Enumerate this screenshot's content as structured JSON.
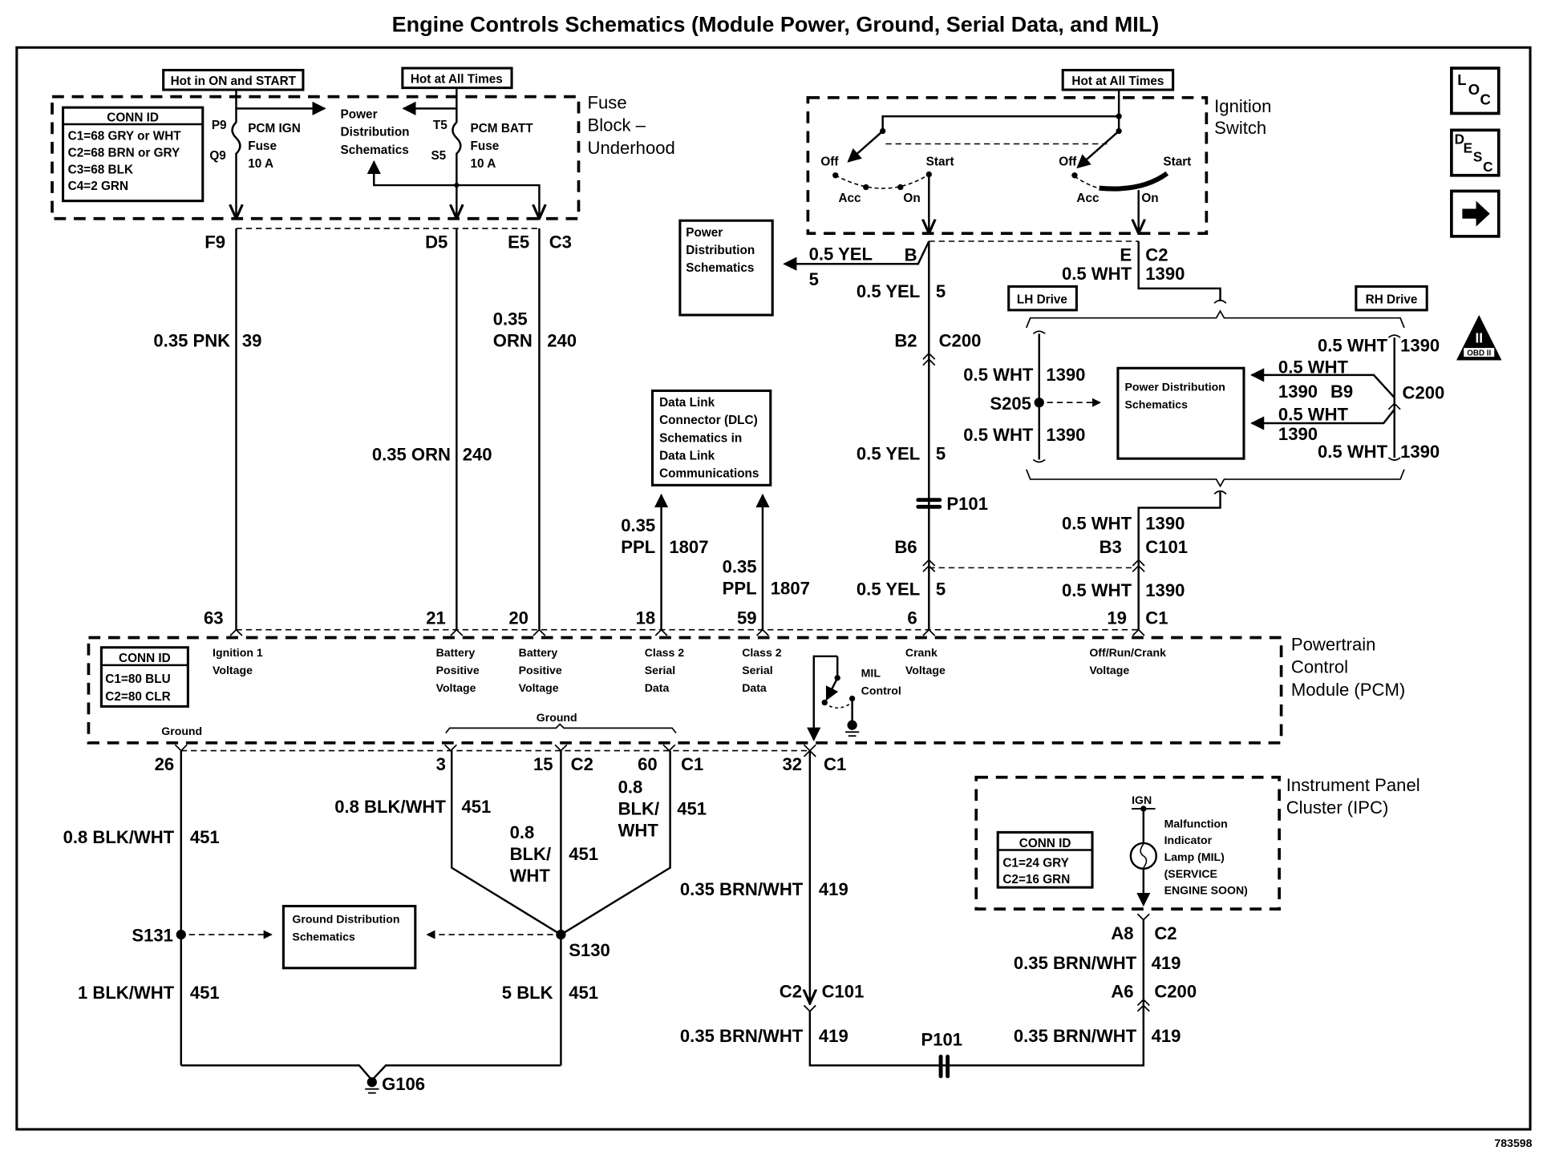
{
  "title": "Engine Controls Schematics (Module Power, Ground, Serial Data, and MIL)",
  "figure_id": "783598",
  "nav_buttons": {
    "loc": {
      "letters": [
        "L",
        "O",
        "C"
      ],
      "icon": "loc-icon"
    },
    "desc": {
      "letters": [
        "D",
        "E",
        "S",
        "C"
      ],
      "icon": "desc-icon"
    },
    "next": {
      "icon": "arrow-right-icon"
    },
    "obd": {
      "numeral": "II",
      "label": "OBD II",
      "icon": "obd-ii-triangle-icon"
    }
  },
  "fuse_block": {
    "name_lines": [
      "Fuse",
      "Block –",
      "Underhood"
    ],
    "hot_ign_label": "Hot in ON and START",
    "hot_batt_label": "Hot at All Times",
    "conn_id": {
      "header": "CONN ID",
      "rows": [
        "C1=68 GRY or WHT",
        "C2=68 BRN or GRY",
        "C3=68 BLK",
        "C4=2 GRN"
      ]
    },
    "fuse_ign": {
      "top_pin": "P9",
      "bottom_pin": "Q9",
      "lines": [
        "PCM IGN",
        "Fuse",
        "10 A"
      ]
    },
    "fuse_batt": {
      "top_pin": "T5",
      "bottom_pin": "S5",
      "lines": [
        "PCM BATT",
        "Fuse",
        "10 A"
      ]
    },
    "power_dist": [
      "Power",
      "Distribution",
      "Schematics"
    ],
    "terminals": [
      "F9",
      "D5",
      "E5",
      "C3"
    ]
  },
  "ignition_switch": {
    "name_lines": [
      "Ignition",
      "Switch"
    ],
    "hot_label": "Hot at All Times",
    "positions_left": [
      "Off",
      "Start",
      "Acc",
      "On"
    ],
    "positions_right": [
      "Off",
      "Start",
      "Acc",
      "On"
    ],
    "terminal_b": "B",
    "terminal_e": "E",
    "connector": "C2",
    "circuit_e": "1390",
    "wire_e": "0.5 WHT"
  },
  "power_dist_box": [
    "Power",
    "Distribution",
    "Schematics"
  ],
  "branch_b": {
    "wire": "0.5 YEL",
    "circuit": "5"
  },
  "lh_drive": "LH Drive",
  "rh_drive": "RH Drive",
  "dlc_box": [
    "Data Link",
    "Connector (DLC)",
    "Schematics in",
    "Data Link",
    "Communications"
  ],
  "power_dist_box2": [
    "Power Distribution",
    "Schematics"
  ],
  "ground_dist_box": [
    "Ground Distribution",
    "Schematics"
  ],
  "wires": {
    "ign1": {
      "wire": "0.35 PNK",
      "circuit": "39",
      "pcm_pin": "63"
    },
    "batt_d5": {
      "wire": "0.35 ORN",
      "circuit": "240",
      "pcm_pin": "21"
    },
    "batt_e5": {
      "wire_lines": [
        "0.35",
        "ORN"
      ],
      "circuit": "240",
      "pcm_pin": "20"
    },
    "class2_a": {
      "wire_lines": [
        "0.35",
        "PPL"
      ],
      "circuit": "1807",
      "pcm_pin": "18"
    },
    "class2_b": {
      "wire_lines": [
        "0.35",
        "PPL"
      ],
      "circuit": "1807",
      "pcm_pin": "59"
    },
    "crank": {
      "seg1": {
        "wire": "0.5 YEL",
        "circuit": "5"
      },
      "c200_pin": "B2",
      "c200": "C200",
      "seg2": {
        "wire": "0.5 YEL",
        "circuit": "5"
      },
      "p101": "P101",
      "c101_pin": "B6",
      "seg3": {
        "wire": "0.5 YEL",
        "circuit": "5"
      },
      "pcm_pin": "6"
    },
    "run": {
      "lh_top": {
        "wire": "0.5 WHT",
        "circuit": "1390"
      },
      "splice": "S205",
      "lh_bottom": {
        "wire": "0.5 WHT",
        "circuit": "1390"
      },
      "rh_top": {
        "wire": "0.5 WHT",
        "circuit": "1390"
      },
      "rh_branch1": {
        "wire": "0.5 WHT",
        "circuit": "1390"
      },
      "rh_pin": "B9",
      "rh_conn": "C200",
      "rh_branch2": {
        "wire": "0.5 WHT",
        "circuit": "1390"
      },
      "rh_bottom": {
        "wire": "0.5 WHT",
        "circuit": "1390"
      },
      "seg_c101": {
        "wire": "0.5 WHT",
        "circuit": "1390"
      },
      "c101_pin": "B3",
      "c101": "C101",
      "seg_pcm": {
        "wire": "0.5 WHT",
        "circuit": "1390"
      },
      "pcm_pin": "19",
      "pcm_conn": "C1"
    },
    "gnd26": {
      "pin": "26",
      "wire": "0.8 BLK/WHT",
      "circuit": "451",
      "splice": "S131",
      "wire2": "1 BLK/WHT",
      "circuit2": "451"
    },
    "gnd3": {
      "pin": "3",
      "wire": "0.8 BLK/WHT",
      "circuit": "451"
    },
    "gnd15": {
      "pin": "15",
      "conn": "C2",
      "wire_lines": [
        "0.8",
        "BLK/",
        "WHT"
      ],
      "circuit": "451"
    },
    "gnd60": {
      "pin": "60",
      "conn": "C1",
      "wire_lines": [
        "0.8",
        "BLK/",
        "WHT"
      ],
      "circuit": "451"
    },
    "s130": {
      "splice": "S130",
      "wire": "5 BLK",
      "circuit": "451"
    },
    "ground_point": "G106",
    "mil": {
      "pcm_pin": "32",
      "pcm_conn": "C1",
      "seg1": {
        "wire": "0.35 BRN/WHT",
        "circuit": "419"
      },
      "c101_pin": "C2",
      "c101": "C101",
      "seg2": {
        "wire": "0.35 BRN/WHT",
        "circuit": "419"
      },
      "p101": "P101",
      "seg3": {
        "wire": "0.35 BRN/WHT",
        "circuit": "419"
      },
      "c200_pin": "A6",
      "c200": "C200",
      "seg4": {
        "wire": "0.35 BRN/WHT",
        "circuit": "419"
      },
      "ipc_pin": "A8",
      "ipc_conn": "C2"
    }
  },
  "pcm": {
    "name_lines": [
      "Powertrain",
      "Control",
      "Module (PCM)"
    ],
    "conn_id": {
      "header": "CONN ID",
      "rows": [
        "C1=80 BLU",
        "C2=80 CLR"
      ]
    },
    "functions": {
      "ign1": [
        "Ignition 1",
        "Voltage"
      ],
      "batt1": [
        "Battery",
        "Positive",
        "Voltage"
      ],
      "batt2": [
        "Battery",
        "Positive",
        "Voltage"
      ],
      "class2a": [
        "Class 2",
        "Serial",
        "Data"
      ],
      "class2b": [
        "Class 2",
        "Serial",
        "Data"
      ],
      "mil": [
        "MIL",
        "Control"
      ],
      "crank": [
        "Crank",
        "Voltage"
      ],
      "run": [
        "Off/Run/Crank",
        "Voltage"
      ],
      "ground_left": "Ground",
      "ground_group": "Ground"
    }
  },
  "ipc": {
    "name_lines": [
      "Instrument Panel",
      "Cluster (IPC)"
    ],
    "conn_id": {
      "header": "CONN ID",
      "rows": [
        "C1=24 GRY",
        "C2=16 GRN"
      ]
    },
    "ign": "IGN",
    "lamp_lines": [
      "Malfunction",
      "Indicator",
      "Lamp (MIL)",
      "(SERVICE",
      "ENGINE SOON)"
    ]
  }
}
